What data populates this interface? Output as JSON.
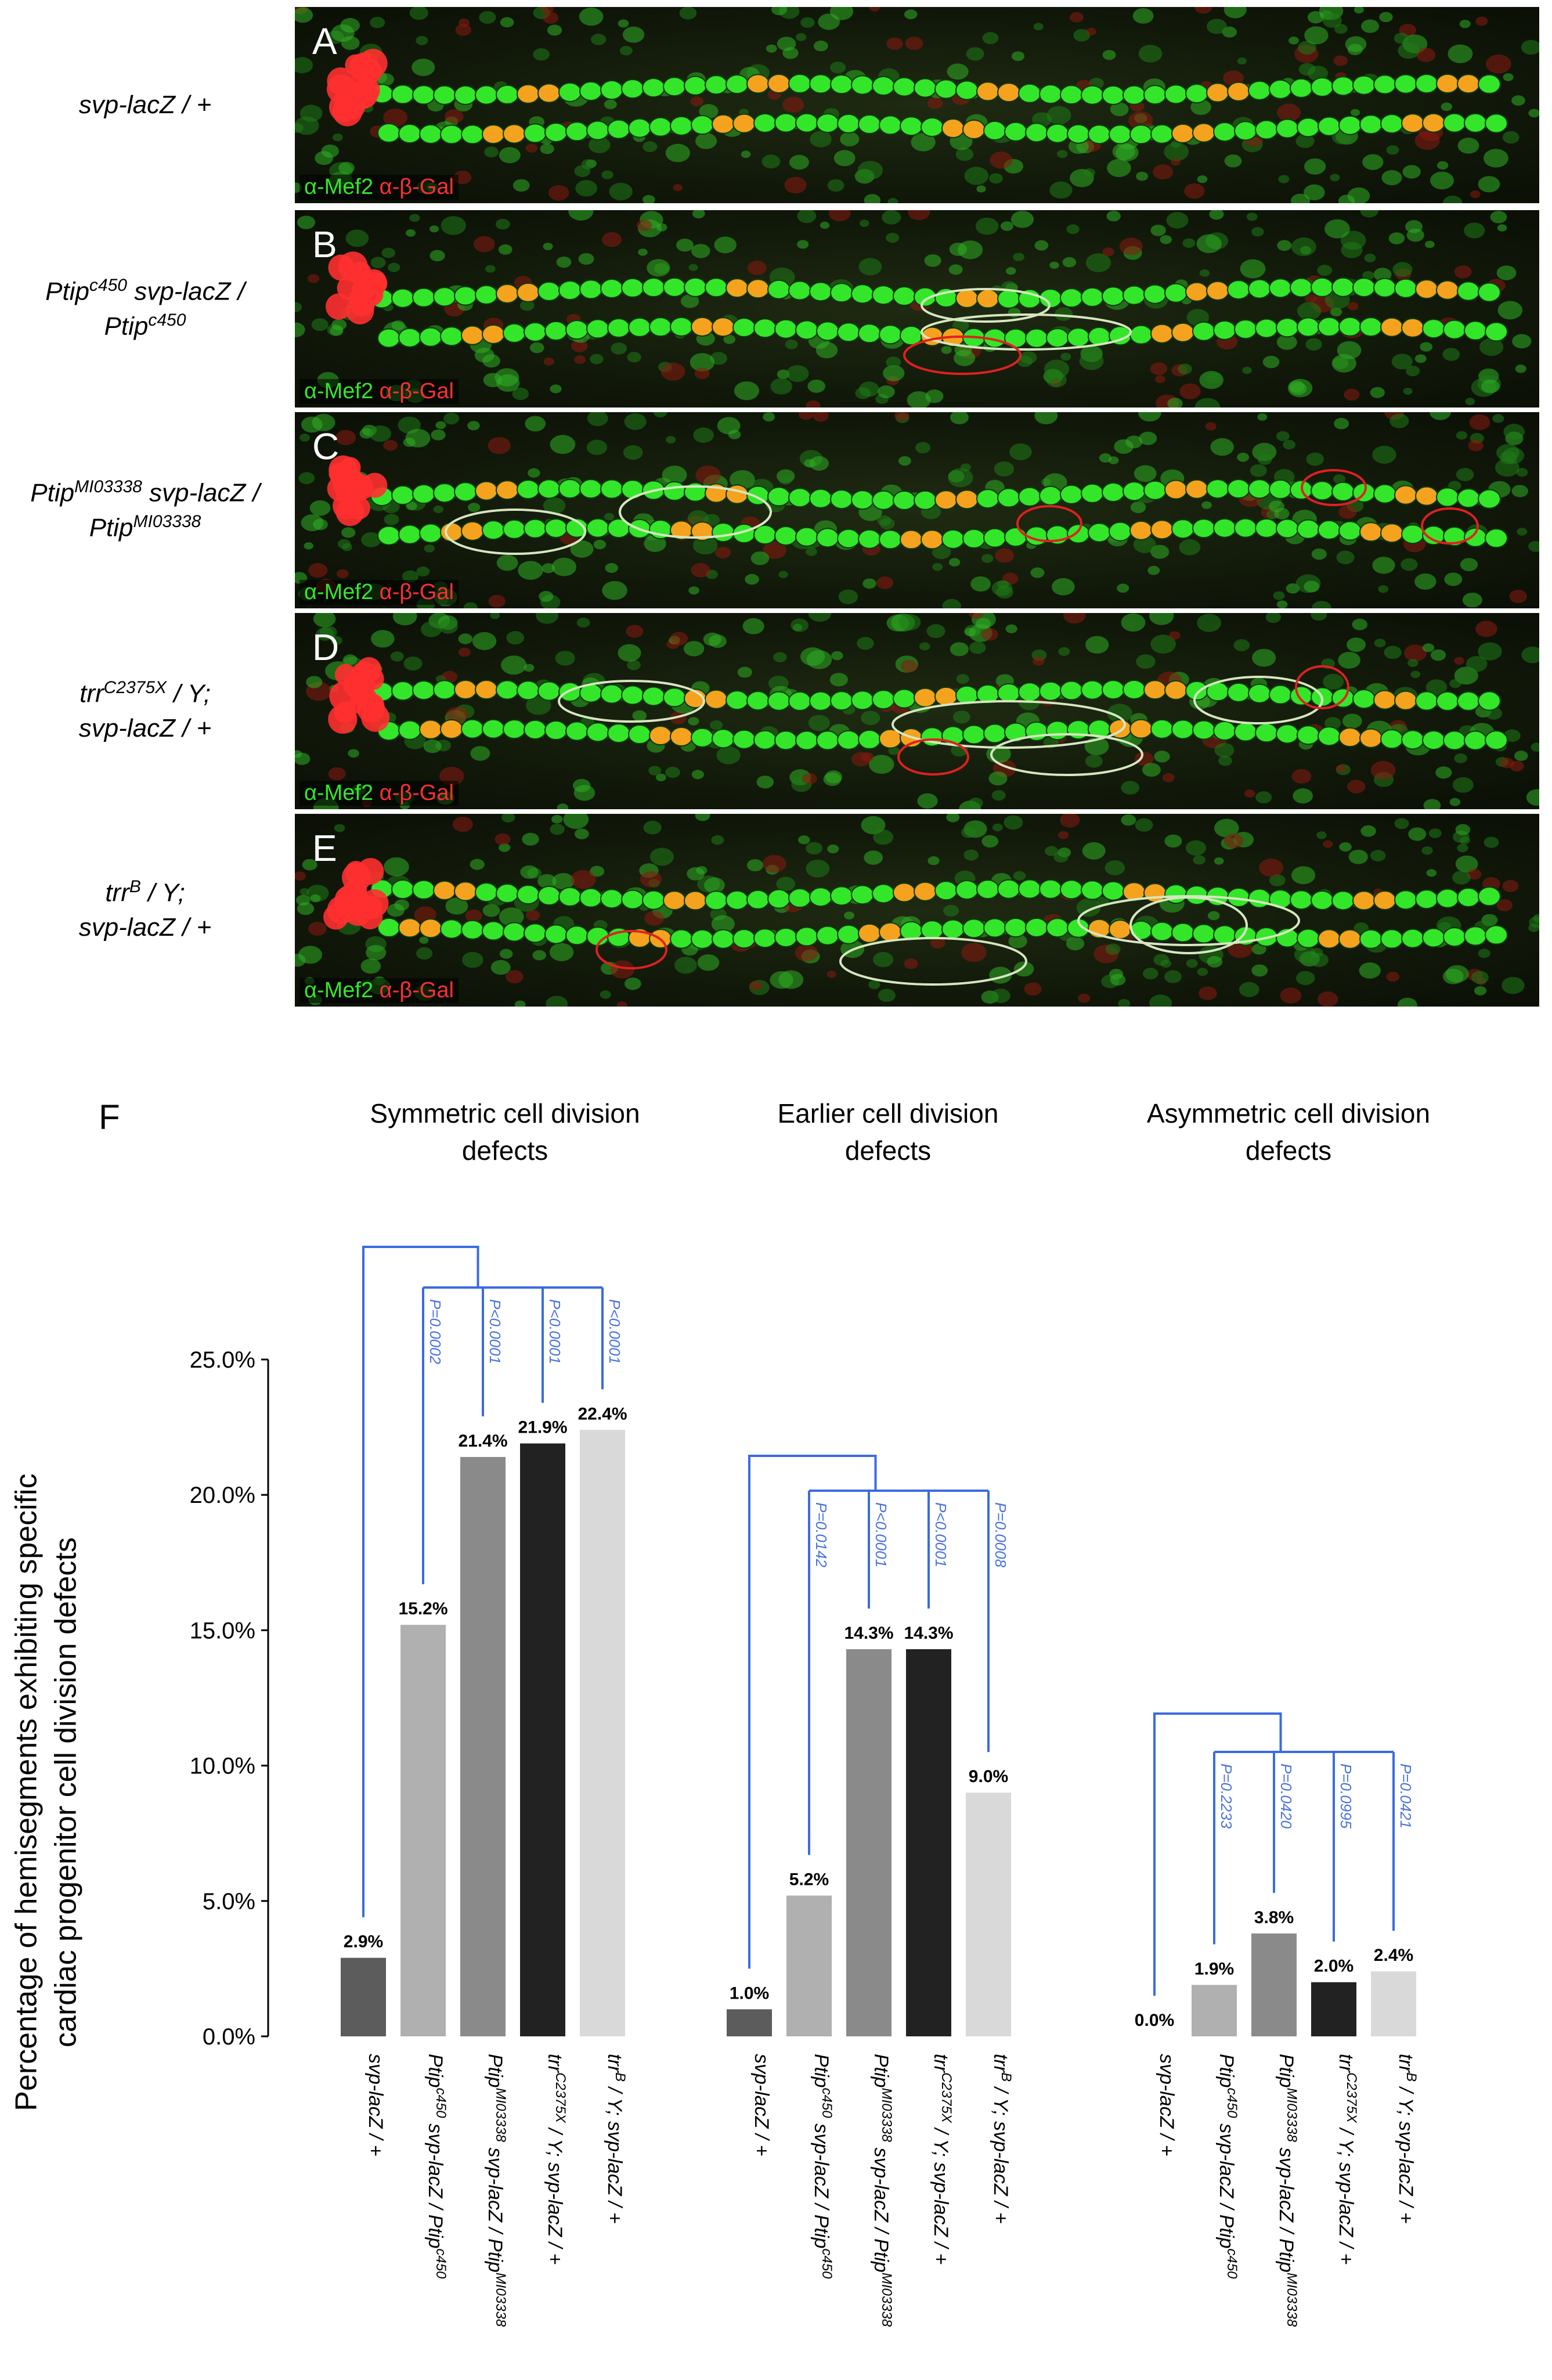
{
  "figure": {
    "panels": [
      {
        "letter": "A",
        "genotype_lines": [
          [
            {
              "t": "svp-lacZ / +"
            }
          ]
        ],
        "stain_green": "α-Mef2",
        "stain_red": "α-β-Gal"
      },
      {
        "letter": "B",
        "genotype_lines": [
          [
            {
              "t": "Ptip"
            },
            {
              "s": "c450"
            },
            {
              "t": " svp-lacZ /"
            }
          ],
          [
            {
              "t": "Ptip"
            },
            {
              "s": "c450"
            }
          ]
        ],
        "stain_green": "α-Mef2",
        "stain_red": "α-β-Gal"
      },
      {
        "letter": "C",
        "genotype_lines": [
          [
            {
              "t": "Ptip"
            },
            {
              "s": "MI03338"
            },
            {
              "t": " svp-lacZ /"
            }
          ],
          [
            {
              "t": "Ptip"
            },
            {
              "s": "MI03338"
            }
          ]
        ],
        "stain_green": "α-Mef2",
        "stain_red": "α-β-Gal"
      },
      {
        "letter": "D",
        "genotype_lines": [
          [
            {
              "t": "trr"
            },
            {
              "s": "C2375X"
            },
            {
              "t": " / Y;"
            }
          ],
          [
            {
              "t": "svp-lacZ / +"
            }
          ]
        ],
        "stain_green": "α-Mef2",
        "stain_red": "α-β-Gal"
      },
      {
        "letter": "E",
        "genotype_lines": [
          [
            {
              "t": "trr"
            },
            {
              "s": "B"
            },
            {
              "t": " / Y;"
            }
          ],
          [
            {
              "t": "svp-lacZ / +"
            }
          ]
        ],
        "stain_green": "α-Mef2",
        "stain_red": "α-β-Gal"
      }
    ],
    "panel_f_letter": "F"
  },
  "colors": {
    "mef2_green": "#34e62a",
    "bgal_red": "#ff3030",
    "overlap_orange": "#f5a21e",
    "p_value_blue": "#4a73e0",
    "bracket_blue": "#3b6be0",
    "ring_white": "#d6e6c0",
    "ring_red": "#e02020"
  },
  "chart_data": {
    "type": "bar",
    "ylabel": "Percentage of hemisegments exhibiting specific cardiac progenitor cell division defects",
    "ylim": [
      0,
      25
    ],
    "yticks": [
      "0.0%",
      "5.0%",
      "10.0%",
      "15.0%",
      "20.0%",
      "25.0%"
    ],
    "bar_colors": [
      "#5c5c5c",
      "#b0b0b0",
      "#8a8a8a",
      "#222222",
      "#d9d9d9"
    ],
    "categories": [
      [
        {
          "t": "svp-lacZ / +"
        }
      ],
      [
        {
          "t": "Ptip"
        },
        {
          "s": "c450"
        },
        {
          "t": " svp-lacZ / Ptip"
        },
        {
          "s": "c450"
        }
      ],
      [
        {
          "t": "Ptip"
        },
        {
          "s": "MI03338"
        },
        {
          "t": " svp-lacZ / Ptip"
        },
        {
          "s": "MI03338"
        }
      ],
      [
        {
          "t": "trr"
        },
        {
          "s": "C2375X"
        },
        {
          "t": " / Y; svp-lacZ / +"
        }
      ],
      [
        {
          "t": "trr"
        },
        {
          "s": "B"
        },
        {
          "t": " / Y; svp-lacZ / +"
        }
      ]
    ],
    "groups": [
      {
        "title": [
          "Symmetric cell division",
          "defects"
        ],
        "values": [
          2.9,
          15.2,
          21.4,
          21.9,
          22.4
        ],
        "labels": [
          "2.9%",
          "15.2%",
          "21.4%",
          "21.9%",
          "22.4%"
        ],
        "p_values": [
          "P=0.0002",
          "P<0.0001",
          "P<0.0001",
          "P<0.0001"
        ]
      },
      {
        "title": [
          "Earlier cell division",
          "defects"
        ],
        "values": [
          1.0,
          5.2,
          14.3,
          14.3,
          9.0
        ],
        "labels": [
          "1.0%",
          "5.2%",
          "14.3%",
          "14.3%",
          "9.0%"
        ],
        "p_values": [
          "P=0.0142",
          "P<0.0001",
          "P<0.0001",
          "P=0.0008"
        ]
      },
      {
        "title": [
          "Asymmetric cell division",
          "defects"
        ],
        "values": [
          0.0,
          1.9,
          3.8,
          2.0,
          2.4
        ],
        "labels": [
          "0.0%",
          "1.9%",
          "3.8%",
          "2.0%",
          "2.4%"
        ],
        "p_values": [
          "P=0.2233",
          "P=0.0420",
          "P=0.0995",
          "P=0.0421"
        ]
      }
    ]
  }
}
